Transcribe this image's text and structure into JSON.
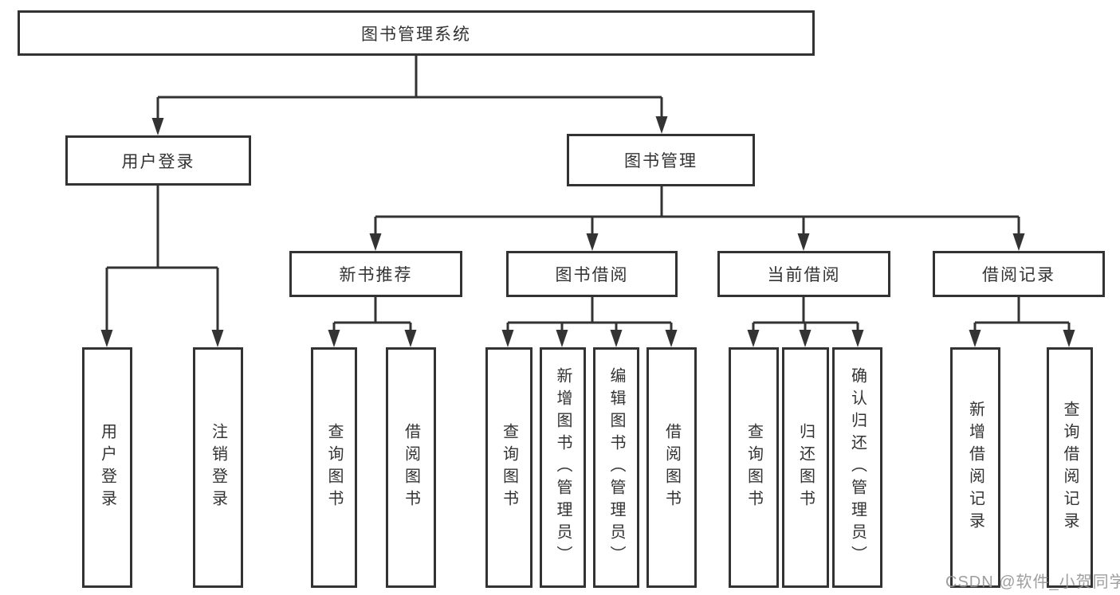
{
  "diagram": {
    "root": {
      "label": "图书管理系统"
    },
    "branches": [
      {
        "label": "用户登录",
        "children": [
          {
            "label": "用户登录"
          },
          {
            "label": "注销登录"
          }
        ]
      },
      {
        "label": "图书管理",
        "children": [
          {
            "label": "新书推荐",
            "children": [
              {
                "label": "查询图书"
              },
              {
                "label": "借阅图书"
              }
            ]
          },
          {
            "label": "图书借阅",
            "children": [
              {
                "label": "查询图书"
              },
              {
                "label": "新增图书（管理员）"
              },
              {
                "label": "编辑图书（管理员）"
              },
              {
                "label": "借阅图书"
              }
            ]
          },
          {
            "label": "当前借阅",
            "children": [
              {
                "label": "查询图书"
              },
              {
                "label": "归还图书"
              },
              {
                "label": "确认归还（管理员）"
              }
            ]
          },
          {
            "label": "借阅记录",
            "children": [
              {
                "label": "新增借阅记录"
              },
              {
                "label": "查询借阅记录"
              }
            ]
          }
        ]
      }
    ]
  },
  "watermark": "CSDN @软件_小贺同学",
  "colors": {
    "line": "#333333",
    "box_border": "#333333",
    "box_background": "#ffffff",
    "text": "#333333",
    "watermark": "#949494",
    "page_background": "#ffffff"
  }
}
